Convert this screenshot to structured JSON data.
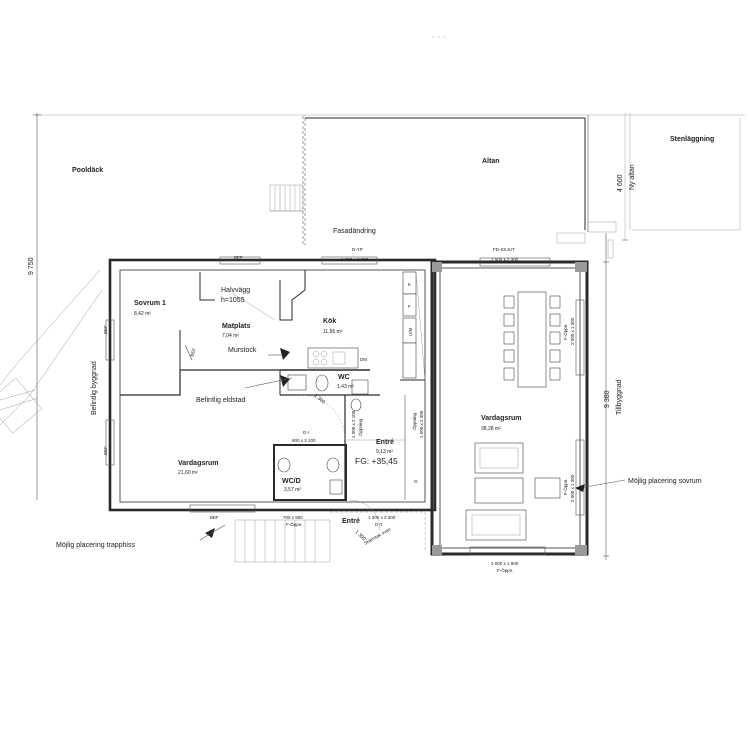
{
  "labels": {
    "pooldack": "Pooldäck",
    "altan": "Altan",
    "stenlaggning": "Stenläggning",
    "fasadandring": "Fasadändring",
    "d_yp": "D-YP",
    "dim_d_yp": "1 300 x 2 300",
    "fd_skjut": "FD-SKJUT",
    "dim_fd_skjut": "2 500 x 2 300",
    "bef_top": "BEF",
    "bef_left1": "BEF",
    "bef_left2": "BEF",
    "bef_bottom": "BEF",
    "bef_inner": "BEF",
    "sovrum1": "Sovrum 1",
    "sovrum1_area": "8,42 m²",
    "halvvagg": "Halvvägg",
    "halvvagg_h": "h=1055",
    "matplats": "Matplats",
    "matplats_area": "7,04 m²",
    "murstock": "Murstock",
    "kok": "Kök",
    "kok_area": "11,56 m²",
    "k": "K",
    "f": "F",
    "um": "U/M",
    "dm": "DM",
    "wc": "WC",
    "wc_area": "1,43 m²",
    "befintlig_eldstad": "Befintlig eldstad",
    "befintlig_byggnad": "Befintlig byggnad",
    "vardagsrum_left": "Vardagsrum",
    "vardagsrum_left_area": "21,60 m²",
    "wcd": "WC/D",
    "wcd_area": "3,57 m²",
    "entre_main": "Entré",
    "entre_main_area": "9,13 m²",
    "fg": "FG: +35,45",
    "dim_1300_diag": "1 300",
    "d_i": "D-I",
    "dim_d_i": "900 x 2 100",
    "oppning1_dim": "1 000 x 2 100",
    "oppning1": "Öppning",
    "oppning2_dim": "1 500 x 2 300",
    "oppning2": "Öppning",
    "g": "G",
    "vardagsrum_right": "Vardagsrum",
    "vardagsrum_right_area": "38,28 m²",
    "f_oppn_right": "F-Öppn.",
    "dim_f_oppn_right": "2 000 x 1 300",
    "f_oppn_right2": "F-Öppn.",
    "dim_f_oppn_right2": "2 000 x 1 300",
    "mojlig_sovrum": "Möjlig placering sovrum",
    "mojlig_trapphiss": "Möjlig placering trapphiss",
    "dim_700": "700 x 900",
    "f_oppn_bottom": "F-Öppn.",
    "dim_1300_bottom": "1 300 x 2 300",
    "d_y": "D-Y",
    "entre_small": "Entré",
    "dim_1300_bottom2": "1 300",
    "skarmtak": "Skärmtak ovan",
    "dim_2000_bottom": "2 000 x 1 900",
    "f_oppn_bottom2": "F-Öppn.",
    "dim_9750": "9 750",
    "dim_4600": "4 600",
    "ny_altan": "Ny altan",
    "dim_9380": "9 380",
    "tillbyggnad": "Tillbyggnad"
  }
}
